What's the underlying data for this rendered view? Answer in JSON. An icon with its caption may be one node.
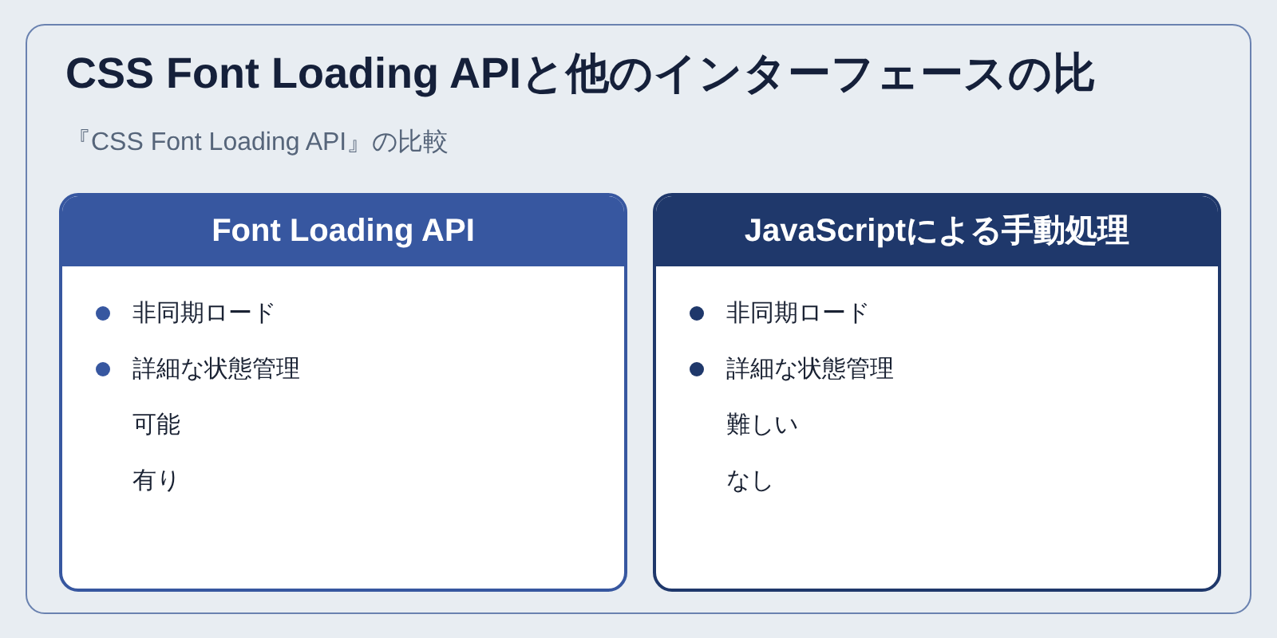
{
  "diagram": {
    "nodes": [
      {
        "text": [
          "CSS Font Loading APIと他のインターフェースの比",
          "『CSS Font Loading API』の比較"
        ]
      },
      {
        "text": [
          "Font Loading API",
          "非同期ロード",
          "詳細な状態管理",
          "可能",
          "有り"
        ],
        "in": 0
      },
      {
        "text": [
          "JavaScriptによる手動処理",
          "非同期ロード",
          "詳細な状態管理",
          "難しい",
          "なし"
        ],
        "in": 0
      }
    ]
  }
}
